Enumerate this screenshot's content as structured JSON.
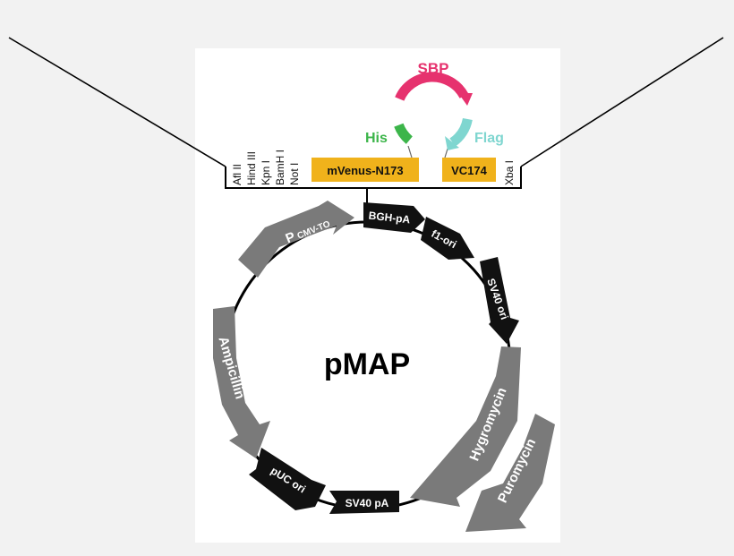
{
  "plasmid": {
    "name": "pMAP",
    "promoter_main": "P",
    "promoter_sub": "CMV-TO"
  },
  "insert": {
    "restriction_sites_left": [
      "Afl II",
      "Hind III",
      "Kpn I",
      "BamH I",
      "Not I"
    ],
    "restriction_site_right": "Xba I",
    "box_n": "mVenus-N173",
    "box_c": "VC174",
    "tags": {
      "sbp": "SBP",
      "his": "His",
      "flag": "Flag"
    }
  },
  "features": {
    "bgh_pa": "BGH-pA",
    "f1_ori": "f1-ori",
    "sv40_ori": "SV40 ori",
    "hygromycin": "Hygromycin",
    "puromycin": "Puromycin",
    "sv40_pa": "SV40 pA",
    "puc_ori": "pUC ori",
    "ampicillin": "Ampicillin"
  },
  "colors": {
    "background": "#f2f2f2",
    "panel": "#ffffff",
    "dark_feature": "#111111",
    "grey_feature": "#7a7a7a",
    "insert_box": "#f0b21b",
    "sbp": "#e6326e",
    "his": "#3cb54a",
    "flag": "#7fd6d0"
  }
}
